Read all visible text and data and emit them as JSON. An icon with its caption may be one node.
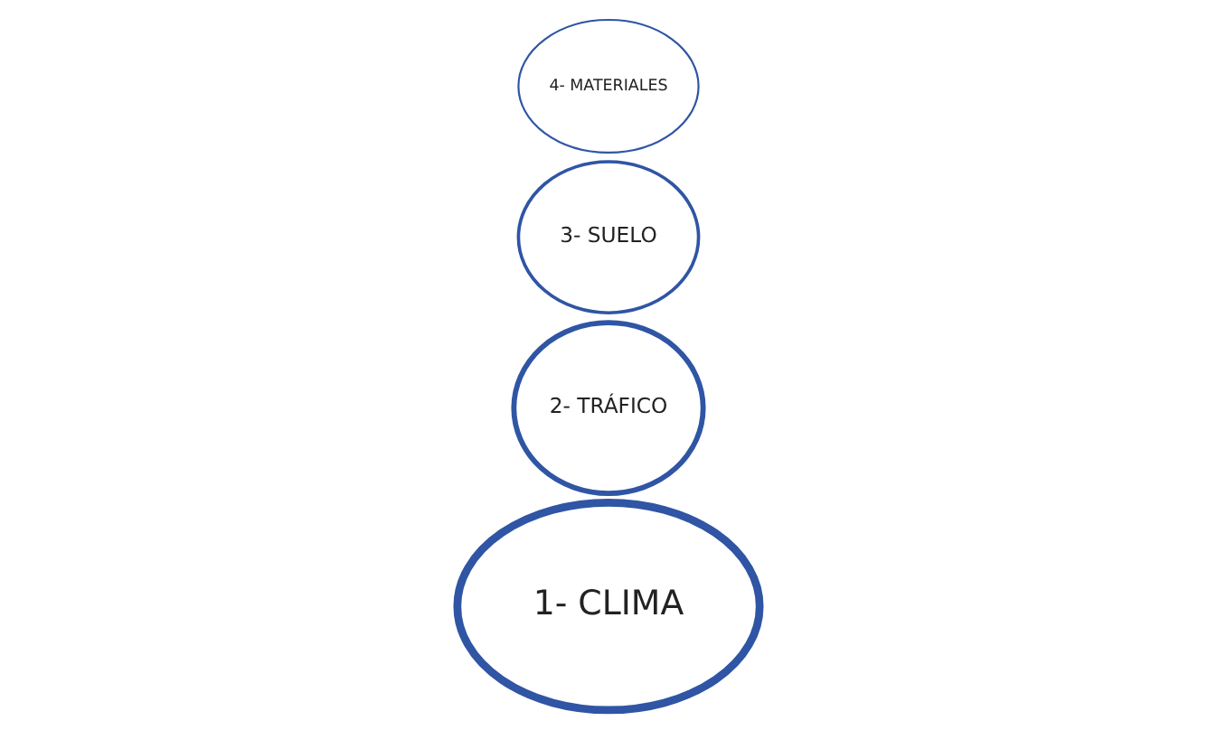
{
  "diagram": {
    "nodes": [
      {
        "text": [
          "1- CLIMA"
        ]
      },
      {
        "text": [
          "2- TRÁFICO"
        ]
      },
      {
        "text": [
          "3- SUELO"
        ]
      },
      {
        "text": [
          "4- MATERIALES"
        ]
      }
    ]
  }
}
